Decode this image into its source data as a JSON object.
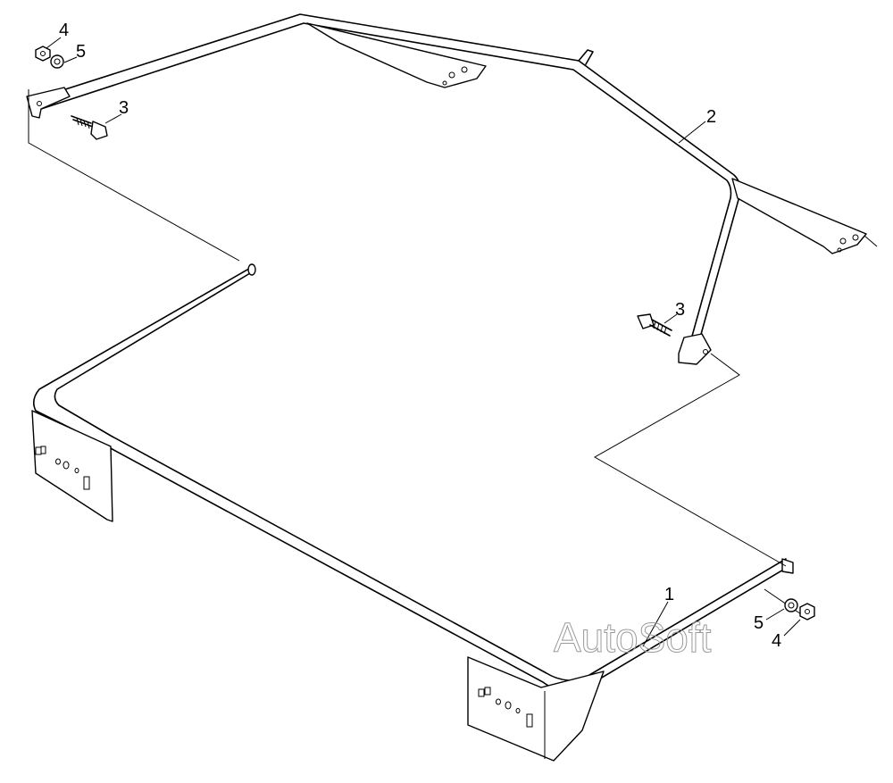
{
  "diagram": {
    "callouts": {
      "frame": "1",
      "upper_bar": "2",
      "bolt_left": "3",
      "bolt_right": "3",
      "nut_top": "4",
      "washer_top": "5",
      "nut_bottom": "4",
      "washer_bottom": "5"
    },
    "watermark": "AutoSoft"
  }
}
